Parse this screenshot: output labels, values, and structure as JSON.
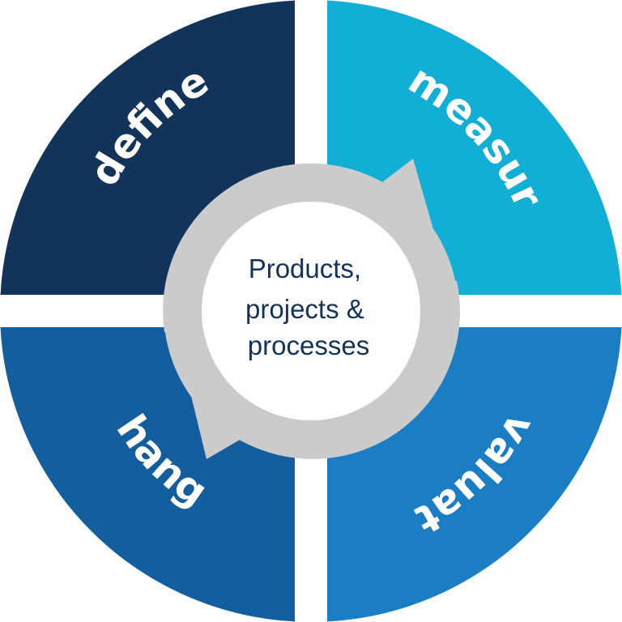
{
  "center": {
    "lines": [
      "Products,",
      "projects &",
      "processes"
    ]
  },
  "quadrants": [
    {
      "id": "define",
      "label": "define"
    },
    {
      "id": "measure",
      "label": "measure"
    },
    {
      "id": "evaluate",
      "label": "evaluate"
    },
    {
      "id": "change",
      "label": "change"
    }
  ],
  "colors": {
    "define": "#12345a",
    "measure": "#11afd5",
    "evaluate": "#1b7ec4",
    "change": "#135e9e",
    "cycle_arrows": "#cbcbcb",
    "center_text": "#13335a",
    "background": "#ffffff"
  }
}
